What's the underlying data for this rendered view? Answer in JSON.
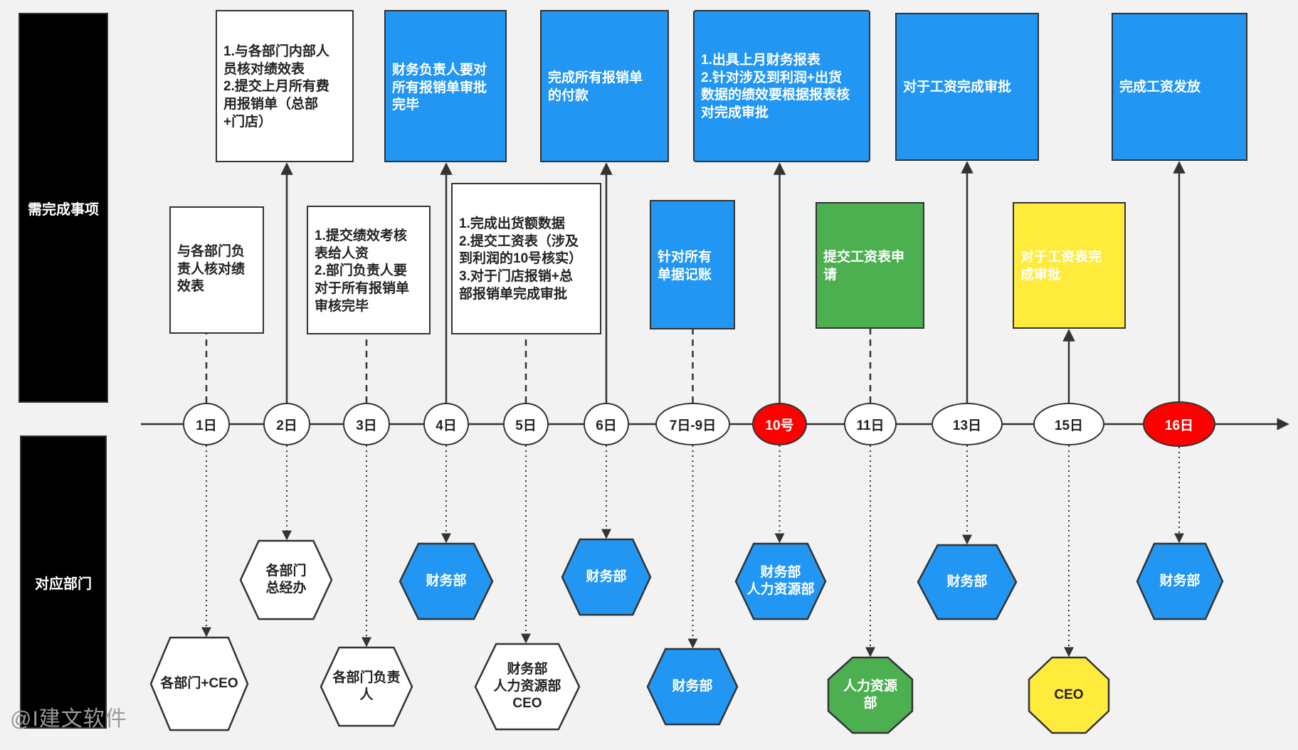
{
  "labels": {
    "tasks": "需完成事项",
    "depts": "对应部门"
  },
  "watermark": "@I建文软件",
  "colors": {
    "blue": "#2196f3",
    "green": "#4caf50",
    "yellow": "#ffeb3b",
    "red": "#ff0000",
    "white": "#ffffff"
  },
  "days": [
    {
      "label": "1日",
      "highlight": false
    },
    {
      "label": "2日",
      "highlight": false
    },
    {
      "label": "3日",
      "highlight": false
    },
    {
      "label": "4日",
      "highlight": false
    },
    {
      "label": "5日",
      "highlight": false
    },
    {
      "label": "6日",
      "highlight": false
    },
    {
      "label": "7日-9日",
      "highlight": false
    },
    {
      "label": "10号",
      "highlight": true
    },
    {
      "label": "11日",
      "highlight": false
    },
    {
      "label": "13日",
      "highlight": false
    },
    {
      "label": "15日",
      "highlight": false
    },
    {
      "label": "16日",
      "highlight": true
    }
  ],
  "tasks": [
    {
      "day": "1日",
      "color": "white",
      "text": "与各部门负\n责人核对绩\n效表"
    },
    {
      "day": "2日",
      "color": "white",
      "text": "1.与各部门内部人\n员核对绩效表\n2.提交上月所有费\n用报销单（总部\n+门店）"
    },
    {
      "day": "3日",
      "color": "white",
      "text": "1.提交绩效考核\n表给人资\n2.部门负责人要\n对于所有报销单\n审核完毕"
    },
    {
      "day": "4日",
      "color": "blue",
      "text": "财务负责人要对\n所有报销单审批\n完毕"
    },
    {
      "day": "5日",
      "color": "white",
      "text": "1.完成出货额数据\n2.提交工资表（涉及\n到利润的10号核实）\n3.对于门店报销+总\n部报销单完成审批"
    },
    {
      "day": "6日",
      "color": "blue",
      "text": "完成所有报销单\n的付款"
    },
    {
      "day": "7日-9日",
      "color": "blue",
      "text": "针对所有\n单据记账"
    },
    {
      "day": "10号",
      "color": "blue",
      "text": "1.出具上月财务报表\n2.针对涉及到利润+出货\n数据的绩效要根据报表核\n对完成审批"
    },
    {
      "day": "11日",
      "color": "green",
      "text": "提交工资表申\n请"
    },
    {
      "day": "13日",
      "color": "blue",
      "text": "对于工资完成审批"
    },
    {
      "day": "15日",
      "color": "yellow",
      "text": "对于工资表完\n成审批"
    },
    {
      "day": "16日",
      "color": "blue",
      "text": "完成工资发放"
    }
  ],
  "departments": [
    {
      "day": "1日",
      "shape": "hexagon",
      "color": "white",
      "text": "各部门+CEO"
    },
    {
      "day": "2日",
      "shape": "hexagon",
      "color": "white",
      "text": "各部门\n总经办"
    },
    {
      "day": "3日",
      "shape": "hexagon",
      "color": "white",
      "text": "各部门负责\n人"
    },
    {
      "day": "4日",
      "shape": "hexagon",
      "color": "blue",
      "text": "财务部"
    },
    {
      "day": "5日",
      "shape": "hexagon",
      "color": "white",
      "text": "财务部\n人力资源部\nCEO"
    },
    {
      "day": "6日",
      "shape": "hexagon",
      "color": "blue",
      "text": "财务部"
    },
    {
      "day": "7日-9日",
      "shape": "hexagon",
      "color": "blue",
      "text": "财务部"
    },
    {
      "day": "10号",
      "shape": "hexagon",
      "color": "blue",
      "text": "财务部\n人力资源部"
    },
    {
      "day": "11日",
      "shape": "octagon",
      "color": "green",
      "text": "人力资源\n部"
    },
    {
      "day": "13日",
      "shape": "hexagon",
      "color": "blue",
      "text": "财务部"
    },
    {
      "day": "15日",
      "shape": "octagon",
      "color": "yellow",
      "text": "CEO"
    },
    {
      "day": "16日",
      "shape": "hexagon",
      "color": "blue",
      "text": "财务部"
    }
  ]
}
